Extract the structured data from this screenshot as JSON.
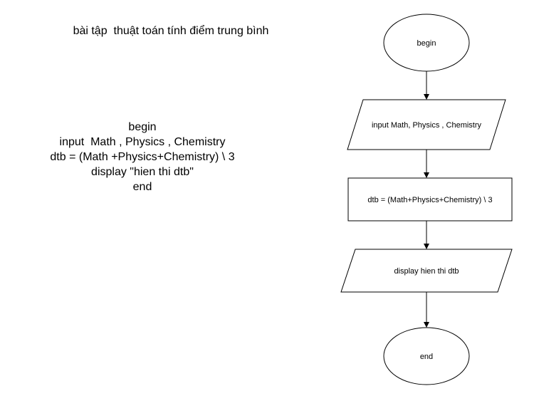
{
  "title": "bài tập  thuật toán tính điểm trung bình",
  "pseudocode": [
    "begin",
    "input  Math , Physics , Chemistry",
    "dtb = (Math +Physics+Chemistry) \\ 3",
    "display \"hien thi dtb\"",
    "end"
  ],
  "flowchart": {
    "start_label": "begin",
    "input_label": "input Math, Physics , Chemistry",
    "process_label": "dtb = (Math+Physics+Chemistry) \\ 3",
    "output_label": "display hien thi dtb",
    "end_label": "end"
  },
  "colors": {
    "stroke": "#000000",
    "fill": "#ffffff"
  }
}
